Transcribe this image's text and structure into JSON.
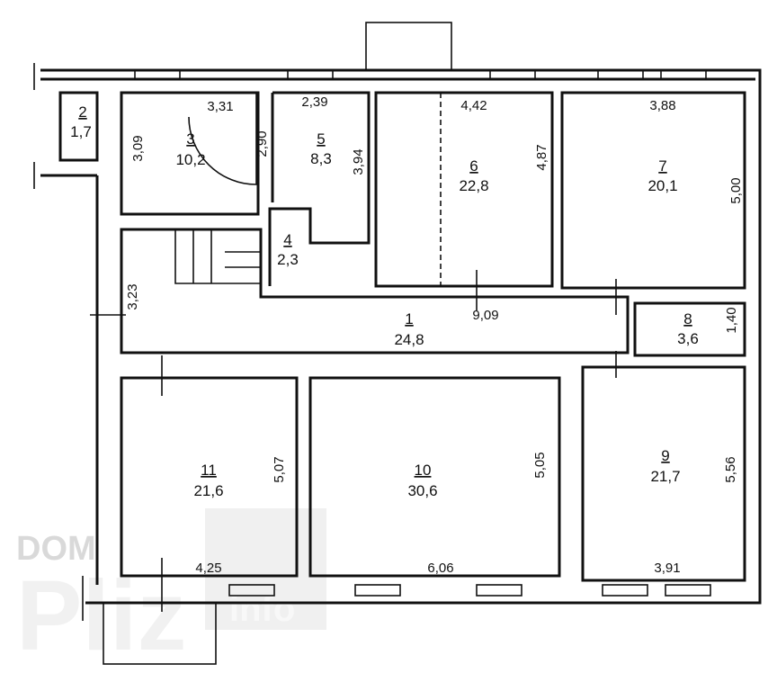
{
  "plan": {
    "rooms": [
      {
        "number": "1",
        "area": "24,8"
      },
      {
        "number": "2",
        "area": "1,7"
      },
      {
        "number": "3",
        "area": "10,2"
      },
      {
        "number": "4",
        "area": "2,3"
      },
      {
        "number": "5",
        "area": "8,3"
      },
      {
        "number": "6",
        "area": "22,8"
      },
      {
        "number": "7",
        "area": "20,1"
      },
      {
        "number": "8",
        "area": "3,6"
      },
      {
        "number": "9",
        "area": "21,7"
      },
      {
        "number": "10",
        "area": "30,6"
      },
      {
        "number": "11",
        "area": "21,6"
      }
    ],
    "dimensions": {
      "r3_width": "3,31",
      "r3_height": "3,09",
      "r5_width": "2,39",
      "r5_left": "2,90",
      "r5_height": "3,94",
      "r6_width": "4,42",
      "r6_height": "4,87",
      "r7_width": "3,88",
      "r7_height": "5,00",
      "r1_length": "9,09",
      "r1_width": "3,23",
      "r8_height": "1,40",
      "r11_height": "5,07",
      "r11_width": "4,25",
      "r10_height": "5,05",
      "r10_width": "6,06",
      "r9_height": "5,56",
      "r9_width": "3,91"
    }
  },
  "watermark": {
    "line1": "DOM",
    "line2": "Pliz",
    "line3": ".info"
  }
}
